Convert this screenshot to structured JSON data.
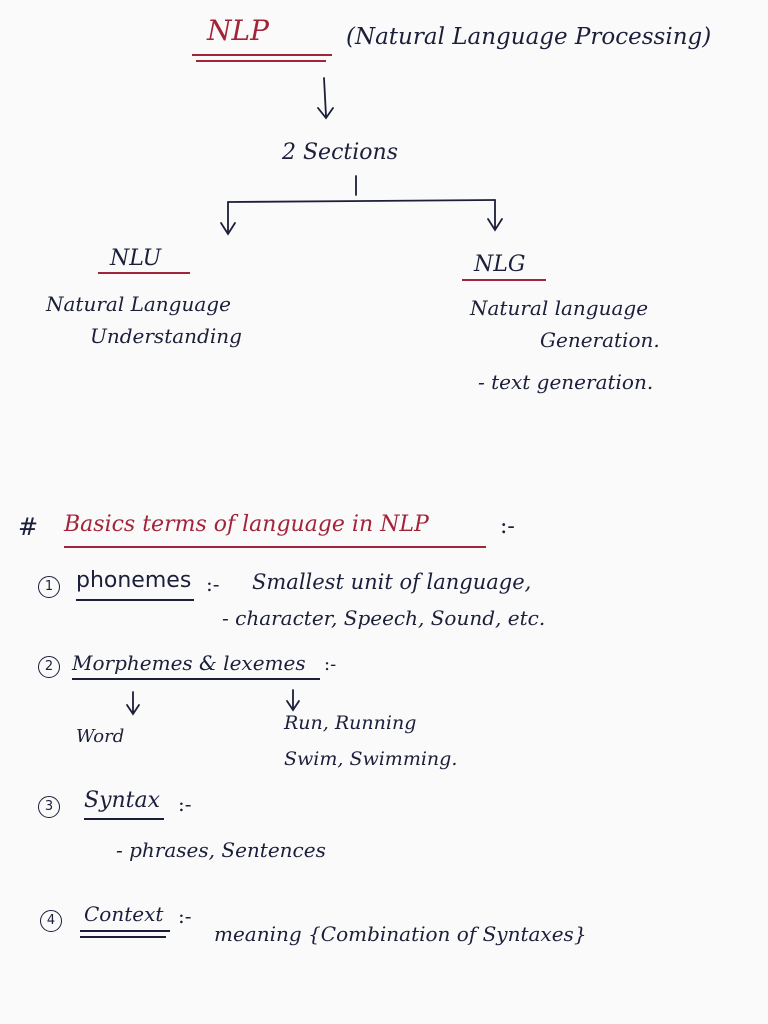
{
  "header": {
    "title": "NLP",
    "subtitle": "(Natural Language Processing)"
  },
  "tree": {
    "root_label": "2 Sections",
    "left": {
      "abbr": "NLU",
      "line1": "Natural Language",
      "line2": "Understanding"
    },
    "right": {
      "abbr": "NLG",
      "line1": "Natural language",
      "line2": "Generation.",
      "note": "- text generation."
    }
  },
  "basics": {
    "heading_hash": "#",
    "heading": "Basics terms of language in NLP",
    "heading_suffix": ":-",
    "items": [
      {
        "number": "1",
        "term": "phonemes",
        "sep": ":-",
        "desc": "Smallest unit of language,",
        "desc2": "- character, Speech, Sound, etc."
      },
      {
        "number": "2",
        "term": "Morphemes & lexemes",
        "sep": ":-",
        "left_example": "Word",
        "right_example1": "Run, Running",
        "right_example2": "Swim, Swimming."
      },
      {
        "number": "3",
        "term": "Syntax",
        "sep": ":-",
        "desc": "- phrases, Sentences"
      },
      {
        "number": "4",
        "term": "Context",
        "sep": ":-",
        "desc": "meaning {Combination of Syntaxes}"
      }
    ]
  },
  "colors": {
    "ink": "#1b1f3a",
    "accent": "#a2243a",
    "paper": "#fbfafa"
  }
}
